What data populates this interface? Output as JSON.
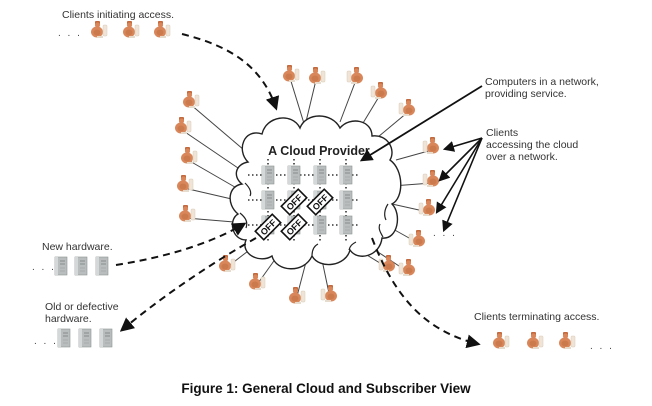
{
  "labels": {
    "clients_initiating": "Clients initiating access.",
    "computers_network": "Computers in a network,\nproviding service.",
    "clients_accessing": "Clients\naccessing the cloud\nover a network.",
    "new_hardware": "New hardware.",
    "old_hardware": "Old or defective\nhardware.",
    "clients_terminating": "Clients terminating access.",
    "cloud_title": "A Cloud Provider",
    "ellipsis": ". . ."
  },
  "caption": "Figure 1: General Cloud and Subscriber View",
  "server_grid": {
    "rows": 3,
    "cols": 4,
    "off_cells": [
      [
        1,
        1
      ],
      [
        1,
        2
      ],
      [
        2,
        0
      ],
      [
        2,
        1
      ]
    ],
    "off_label": "OFF"
  },
  "colors": {
    "client_skin": "#d9875a",
    "client_device": "#efe6dc",
    "server": "#b8bcbc",
    "line": "#333333"
  },
  "icons": {
    "client": "person-at-computer-icon",
    "server": "server-tower-icon",
    "off_tag": "off-tag-icon"
  }
}
